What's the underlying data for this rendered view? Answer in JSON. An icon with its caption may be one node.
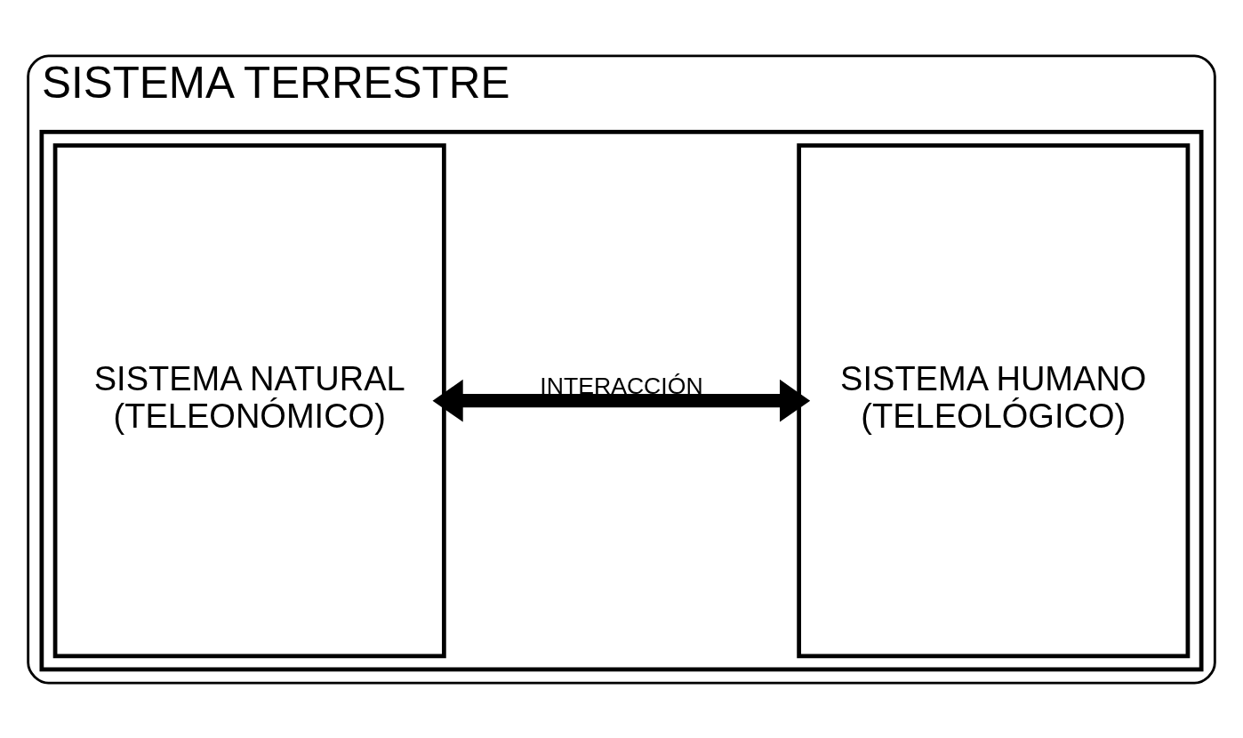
{
  "diagram": {
    "nodes": [
      {
        "text": [
          "SISTEMA TERRESTRE"
        ]
      },
      {
        "text": [],
        "shape": "box",
        "in": 0
      },
      {
        "text": [
          "SISTEMA NATURAL",
          "(TELEONÓMICO)"
        ],
        "in": 1
      },
      {
        "text": [
          "SISTEMA HUMANO",
          "(TELEOLÓGICO)"
        ],
        "in": 1
      }
    ],
    "edges": [
      {
        "from": 2,
        "to": 3,
        "arrow": "both",
        "label": "INTERACCIÓN"
      }
    ]
  }
}
